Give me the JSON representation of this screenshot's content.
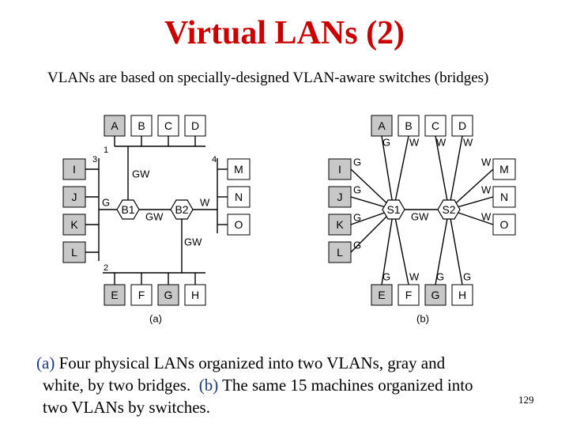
{
  "title": "Virtual LANs (2)",
  "subtitle": "VLANs are based on specially-designed VLAN-aware switches (bridges)",
  "diagram_a": {
    "hosts": [
      "A",
      "B",
      "C",
      "D",
      "I",
      "J",
      "K",
      "L",
      "M",
      "N",
      "O",
      "E",
      "F",
      "G",
      "H"
    ],
    "bridges": [
      "B1",
      "B2"
    ],
    "lan_numbers": [
      "1",
      "2",
      "3",
      "4"
    ],
    "port_labels": [
      "GW",
      "G",
      "GW",
      "W",
      "GW"
    ],
    "label": "(a)"
  },
  "diagram_b": {
    "hosts": [
      "A",
      "B",
      "C",
      "D",
      "I",
      "J",
      "K",
      "L",
      "M",
      "N",
      "O",
      "E",
      "F",
      "G",
      "H"
    ],
    "switches": [
      "S1",
      "S2"
    ],
    "link_labels_top": [
      "G",
      "W",
      "W",
      "W"
    ],
    "link_labels_left": [
      "G",
      "G",
      "G",
      "G"
    ],
    "link_labels_right": [
      "W",
      "W",
      "W"
    ],
    "link_labels_bottom": [
      "G",
      "W",
      "G",
      "G"
    ],
    "trunk_label": "GW",
    "label": "(b)"
  },
  "caption": {
    "part_a": "(a)",
    "line1_rest": " Four physical LANs organized into two VLANs, gray and",
    "line2_pre": "white, by two bridges.  ",
    "part_b": "(b)",
    "line2_rest": " The same 15 machines organized into",
    "line3": "two VLANs by switches."
  },
  "page_number": "129",
  "colors": {
    "title": "#cc0000",
    "caption_marker": "#1a3c8c",
    "gray_host": "#c8c8c8",
    "white_host": "#ffffff"
  }
}
